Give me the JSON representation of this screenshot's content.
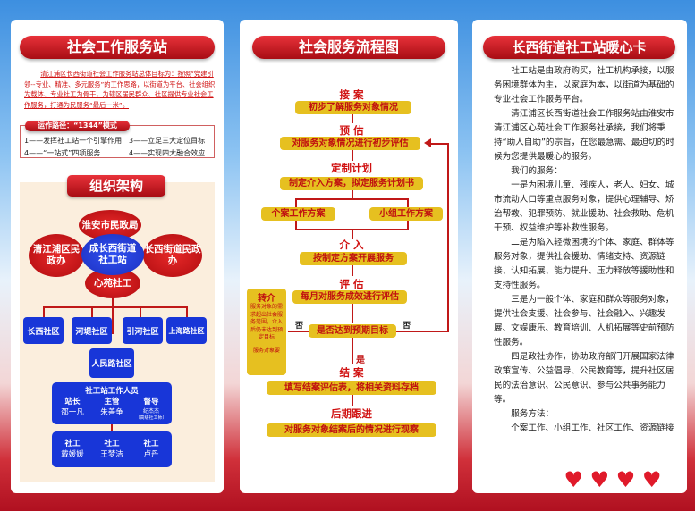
{
  "left": {
    "title": "社会工作服务站",
    "intro": "清江浦区长西街道社会工作服务站总体目标为：按照“党建引领--专业、精准、多元服务”的工作思路，以街道为平台、社会组织为载体、专业社工为骨干，为辖区居民群众、社区提供专业社会工作服务，打通为民服务“最后一米”。",
    "path_title": "运作路径：“1344”模式",
    "path_items": [
      "1——发挥社工站一个引擎作用",
      "3——立足三大定位目标",
      "4——“一站式”四项服务",
      "4——实现四大融合效应"
    ],
    "org_title": "组织架构",
    "org": {
      "top": "淮安市民政局",
      "left": "清江浦区民政办",
      "center": "成长西街道社工站",
      "right": "长西街道民政办",
      "bottom": "心苑社工",
      "communities": [
        "长西社区",
        "河堤社区",
        "引河社区",
        "上海路社区"
      ],
      "community5": "人民路社区",
      "staff_title": "社工站工作人员",
      "staff": [
        {
          "role": "站长",
          "name": "邵一凡"
        },
        {
          "role": "主管",
          "name": "朱善争"
        },
        {
          "role": "督导",
          "name": "纪杰杰",
          "note": "（高级社工师）"
        }
      ],
      "workers": [
        {
          "role": "社工",
          "name": "戴媛媛"
        },
        {
          "role": "社工",
          "name": "王梦洁"
        },
        {
          "role": "社工",
          "name": "卢丹"
        }
      ]
    }
  },
  "middle": {
    "title": "社会服务流程图",
    "steps": [
      {
        "stage": "接 案",
        "box": "初步了解服务对象情况"
      },
      {
        "stage": "预 估",
        "box": "对服务对象情况进行初步评估"
      },
      {
        "stage": "定制计划",
        "box": "制定介入方案，拟定服务计划书"
      },
      {
        "stage": "介 入",
        "box": "按制定方案开展服务"
      },
      {
        "stage": "评 估",
        "box": "每月对服务成效进行评估"
      },
      {
        "stage": "",
        "box": "是否达到预期目标"
      },
      {
        "stage": "结 案",
        "box": "填写结案评估表，将相关资料存档"
      },
      {
        "stage": "后期跟进",
        "box": "对服务对象结案后的情况进行观察"
      }
    ],
    "branch_left": "个案工作方案",
    "branch_right": "小组工作方案",
    "no_label": "否",
    "yes_label": "是",
    "referral": {
      "title": "转介",
      "text": "服务对象的需求超出社会服务范围，介入后仍未达到预定目标",
      "text2": "服务对象要"
    }
  },
  "right": {
    "title": "长西街道社工站暖心卡",
    "paragraphs": [
      "社工站是由政府购买，社工机构承接，以服务困境群体为主，以家庭为本，以街道为基础的专业社会工作服务平台。",
      "清江浦区长西街道社会工作服务站由淮安市清江浦区心苑社会工作服务社承接，我们将秉持“助人自助”的宗旨，在您最急需、最迫切的时候为您提供最暖心的服务。",
      "我们的服务：",
      "一是为困境儿童、残疾人，老人、妇女、城市流动人口等重点服务对象，提供心理辅导、矫治帮教、犯罪预防、就业援助、社会救助、危机干预、权益维护等补救性服务。",
      "二是为陷入轻微困境的个体、家庭、群体等服务对象，提供社会援助、情绪支持、资源链接、认知拓展、能力提升、压力释放等援助性和支持性服务。",
      "三是为一般个体、家庭和群众等服务对象，提供社会支援、社会参与、社会融入、兴趣发展、文娱康乐、教育培训、人机拓展等史前预防性服务。",
      "四是政社协作，协助政府部门开展国家法律政策宣传、公益倡导、公民教育等，提升社区居民的法治意识、公民意识、参与公共事务能力等。",
      "服务方法：",
      "个案工作、小组工作、社区工作、资源链接"
    ]
  },
  "colors": {
    "red": "#c01010",
    "blue": "#1836d8",
    "yellow": "#e6c020"
  }
}
